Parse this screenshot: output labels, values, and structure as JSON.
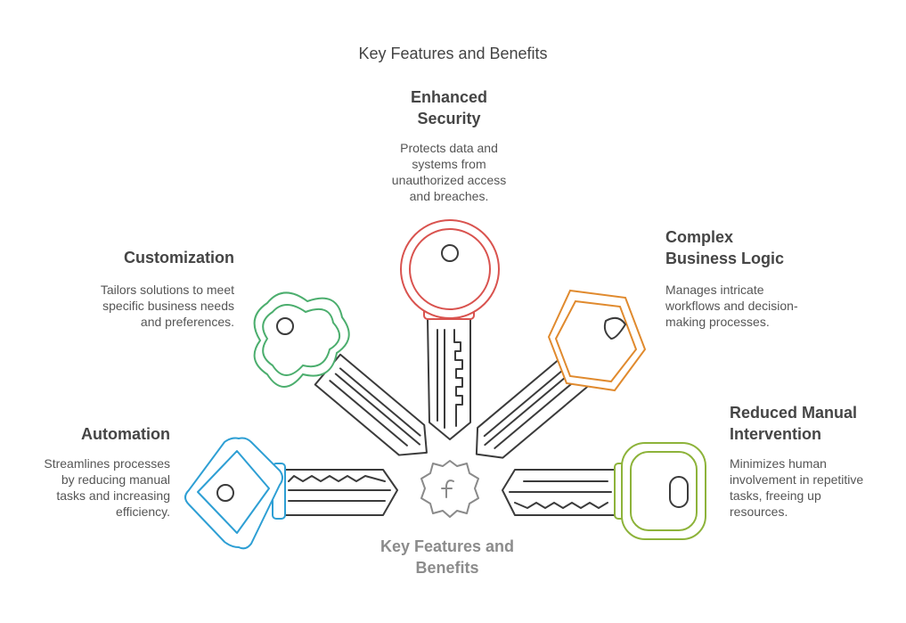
{
  "title": "Key Features and Benefits",
  "center": {
    "label": "Key Features and Benefits",
    "icon": "f-icon"
  },
  "features": {
    "security": {
      "title": "Enhanced Security",
      "description": "Protects data and systems from unauthorized access and breaches.",
      "color": "#d9534f"
    },
    "customization": {
      "title": "Customization",
      "description": "Tailors solutions to meet specific business needs and preferences.",
      "color": "#4cae6e"
    },
    "complex": {
      "title": "Complex Business Logic",
      "description": "Manages intricate workflows and decision-making processes.",
      "color": "#e08a2e"
    },
    "automation": {
      "title": "Automation",
      "description": "Streamlines processes by reducing manual tasks and increasing efficiency.",
      "color": "#2e9fd4"
    },
    "reduced": {
      "title": "Reduced Manual Intervention",
      "description": "Minimizes human involvement in repetitive tasks, freeing up resources.",
      "color": "#8db33a"
    }
  }
}
